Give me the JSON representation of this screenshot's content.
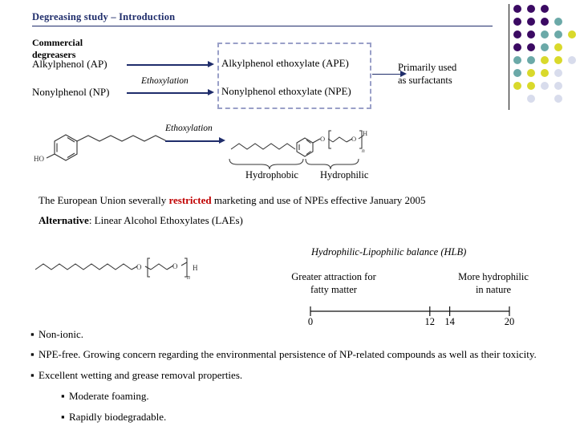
{
  "slide": {
    "title": "Degreasing study – Introduction",
    "title_color": "#1F2D6B"
  },
  "flow_diagram": {
    "commercial_label": "Commercial degreasers",
    "source_1": "Alkylphenol (AP)",
    "source_2": "Nonylphenol (NP)",
    "reaction_label": "Ethoxylation",
    "product_1": "Alkylphenol ethoxylate (APE)",
    "product_2": "Nonylphenol ethoxylate (NPE)",
    "usage_note": "Primarily used\nas surfactants",
    "usage_note_line1": "Primarily used",
    "usage_note_line2": "as surfactants",
    "arrow_color": "#1F2D6B",
    "dashed_box_color": "#9AA0C8"
  },
  "structure_row": {
    "reaction_label": "Ethoxylation",
    "left_molecule_label": "HO",
    "right_molecule_atoms": {
      "o1": "O",
      "o2": "O",
      "h": "H",
      "n": "n"
    },
    "brace_left_label": "Hydrophobic",
    "brace_right_label": "Hydrophilic"
  },
  "body": {
    "eu_line_part1": "The European Union severally ",
    "eu_line_restricted": "restricted",
    "eu_line_part2": " marketing and use of NPEs effective January 2005",
    "alternative_strong": "Alternative",
    "alternative_rest": ": Linear Alcohol Ethoxylates (LAEs)",
    "restricted_color": "#C00000"
  },
  "lae_structure": {
    "o1": "O",
    "o2": "O",
    "h": "H",
    "n": "n"
  },
  "hlb": {
    "title": "Hydrophilic-Lipophilic balance (HLB)",
    "left_caption_line1": "Greater attraction for",
    "left_caption_line2": "fatty matter",
    "right_caption_line1": "More hydrophilic",
    "right_caption_line2": "in nature"
  },
  "chart_data": {
    "type": "line",
    "title": "Hydrophilic-Lipophilic balance (HLB)",
    "xlabel": "",
    "ylabel": "",
    "xlim": [
      0,
      20
    ],
    "grid": false,
    "legend": "none",
    "orientation": "horizontal-number-line",
    "tick_values": [
      0,
      12,
      14,
      20
    ],
    "tick_labels": [
      "0",
      "12",
      "14",
      "20"
    ],
    "annotations": [
      {
        "text": "Greater attraction for fatty matter",
        "at": 0,
        "align": "left"
      },
      {
        "text": "More hydrophilic in nature",
        "at": 20,
        "align": "right"
      }
    ]
  },
  "bullets": [
    {
      "text": "Non-ionic.",
      "level": 1,
      "marker": "▪"
    },
    {
      "text": "NPE-free. Growing concern regarding the environmental persistence of NP-related compounds as well as their toxicity.",
      "level": 1,
      "marker": "▪"
    },
    {
      "text": "Excellent wetting and grease removal properties.",
      "level": 1,
      "marker": "▪"
    },
    {
      "text": "Moderate foaming.",
      "level": 2,
      "marker": "▪"
    },
    {
      "text": "Rapidly biodegradable.",
      "level": 2,
      "marker": "▪"
    }
  ],
  "decoration": {
    "palette": {
      "purple": "#3B0A63",
      "teal": "#6BA9A8",
      "yellow": "#D9D92B",
      "light": "#D8DCEC"
    },
    "grid": [
      [
        "purple",
        "purple",
        "purple",
        "",
        ""
      ],
      [
        "purple",
        "purple",
        "purple",
        "teal",
        ""
      ],
      [
        "purple",
        "purple",
        "teal",
        "teal",
        "yellow"
      ],
      [
        "purple",
        "purple",
        "teal",
        "yellow",
        ""
      ],
      [
        "teal",
        "teal",
        "yellow",
        "yellow",
        "light"
      ],
      [
        "teal",
        "yellow",
        "yellow",
        "light",
        ""
      ],
      [
        "yellow",
        "yellow",
        "light",
        "light",
        ""
      ],
      [
        "",
        "light",
        "",
        "light",
        ""
      ]
    ]
  }
}
